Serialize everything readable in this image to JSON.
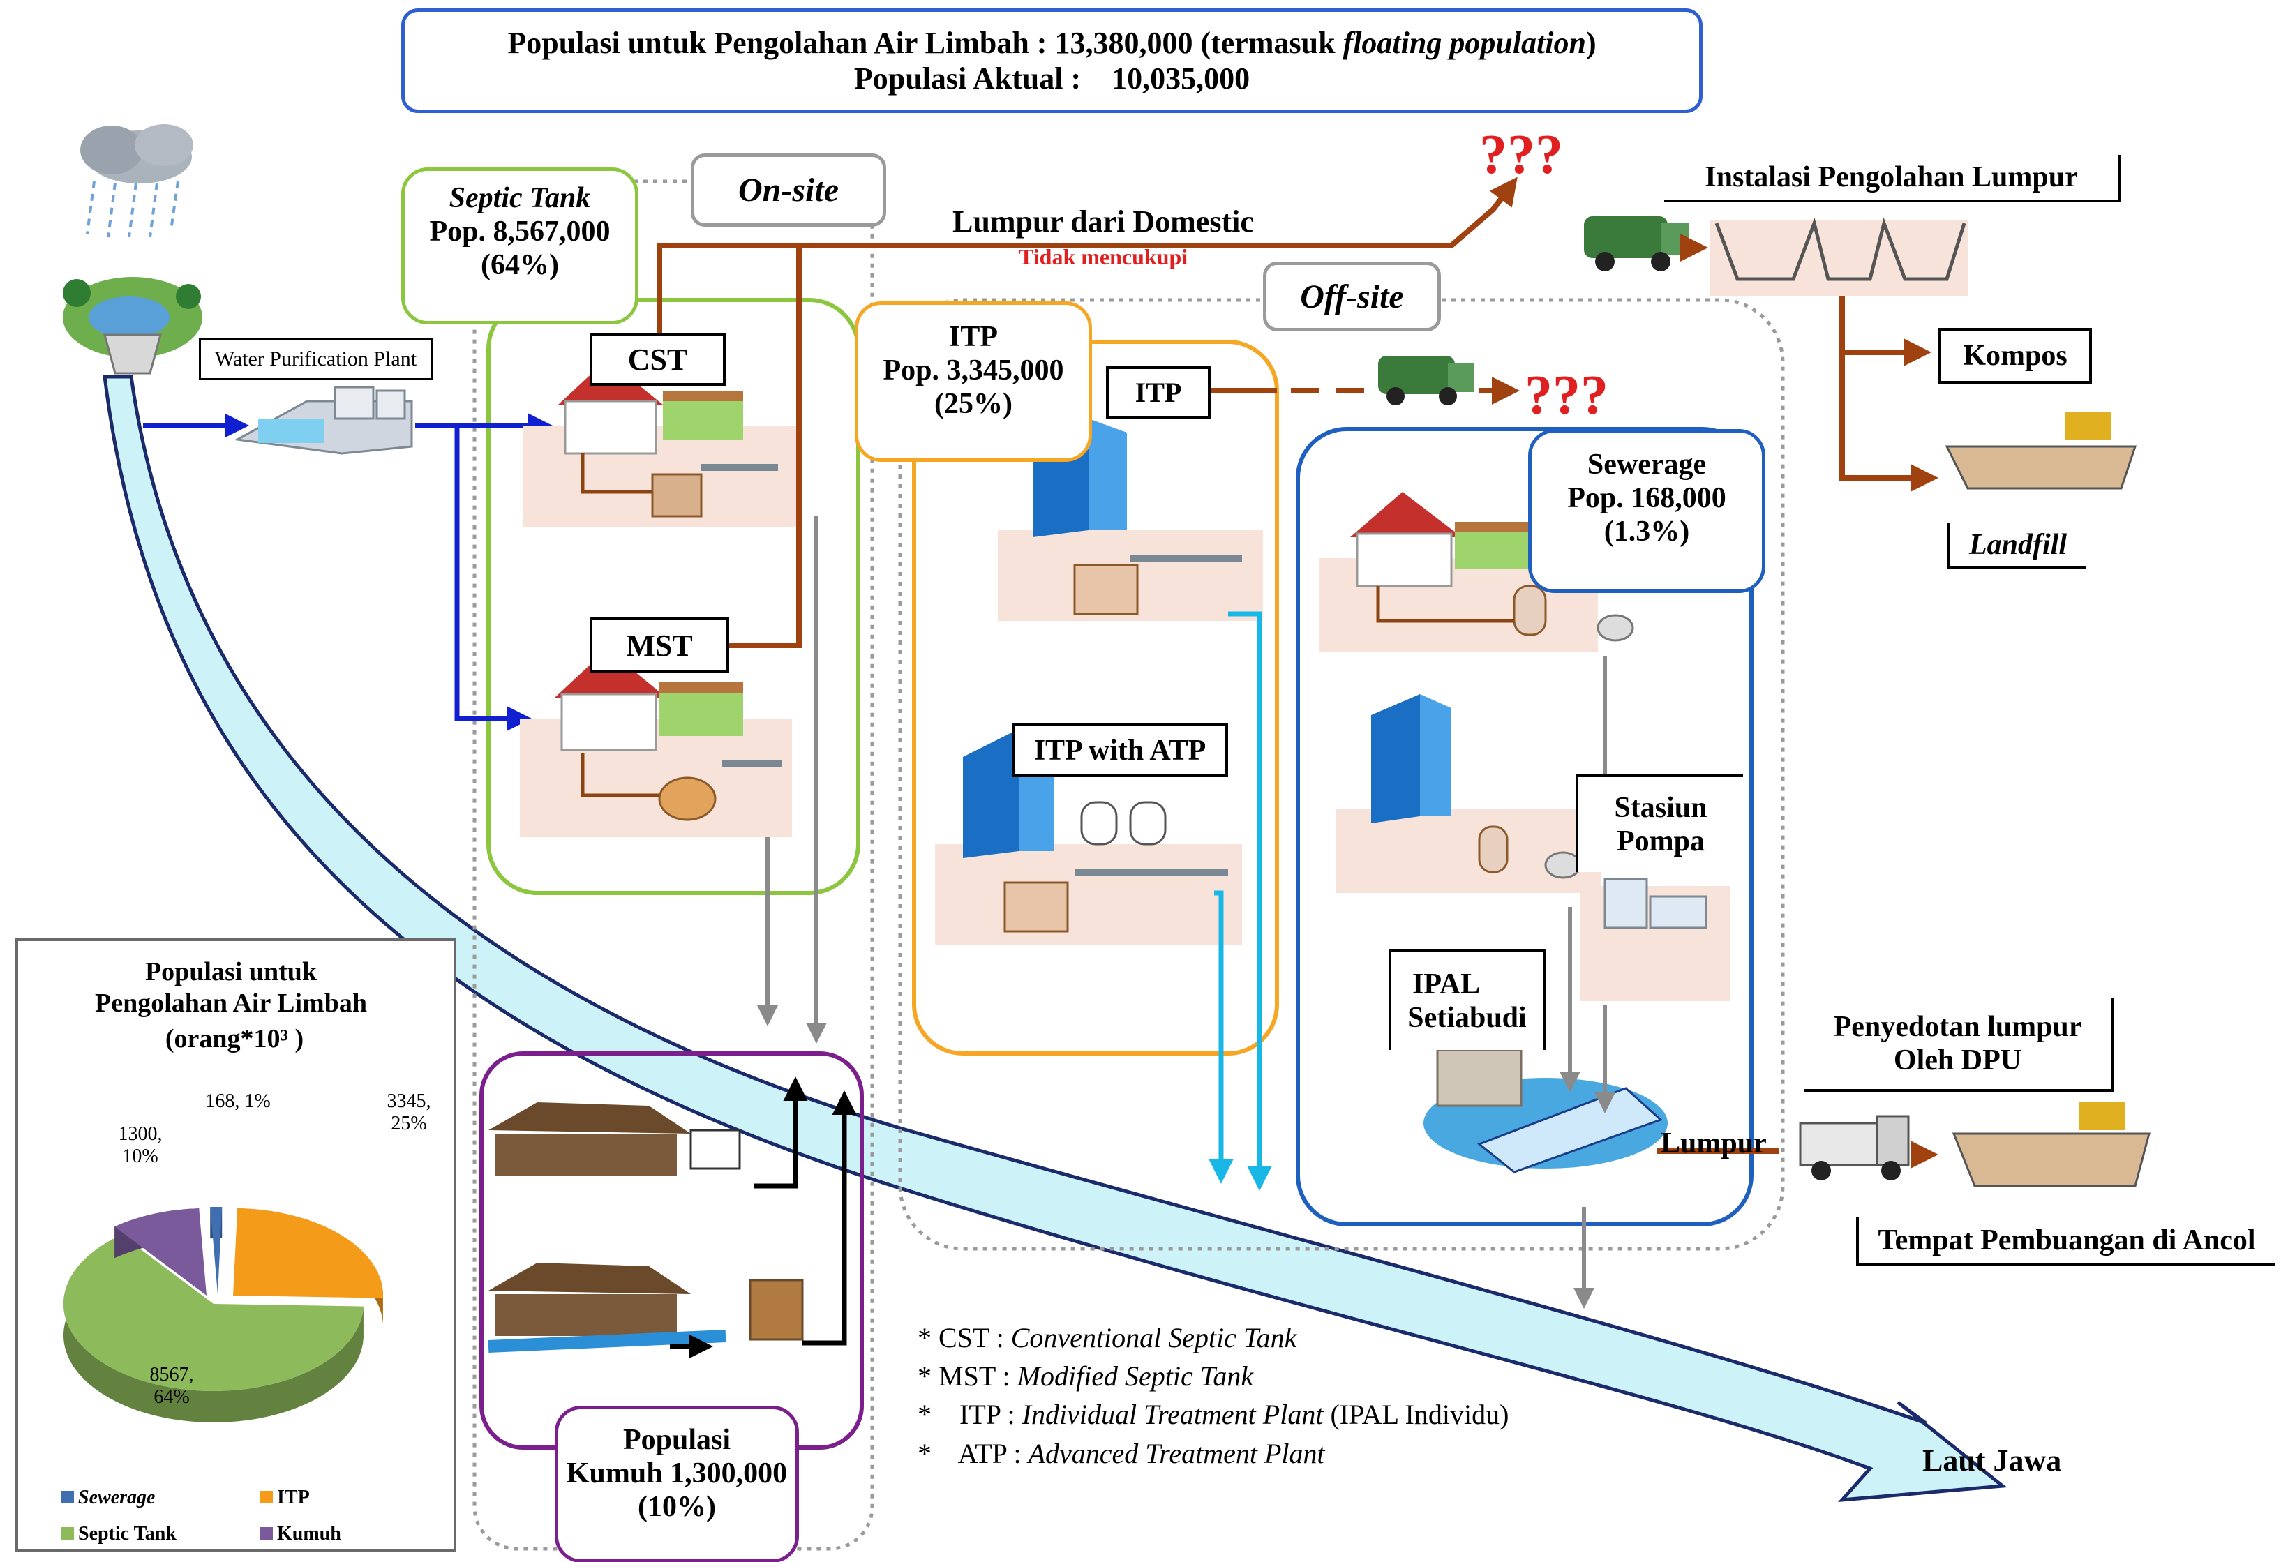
{
  "header": {
    "line1_prefix": "Populasi untuk Pengolahan Air Limbah : 13,380,000 (termasuk",
    "line1_italic": "floating population",
    "line1_suffix": ")",
    "line2": "Populasi Aktual :    10,035,000"
  },
  "labels": {
    "water_plant": "Water Purification Plant",
    "septic_title": "Septic Tank",
    "septic_pop": "Pop. 8,567,000",
    "septic_pct": "(64%)",
    "onsite": "On-site",
    "offsite": "Off-site",
    "lumpur_domestic": "Lumpur dari Domestic",
    "tidak_mencukupi": "Tidak mencukupi",
    "qmarks_top": "???",
    "qmarks_itp": "???",
    "ipl": "Instalasi Pengolahan Lumpur",
    "kompos": "Kompos",
    "landfill": "Landfill",
    "cst": "CST",
    "mst": "MST",
    "itp_title": "ITP",
    "itp_pop": "Pop. 3,345,000",
    "itp_pct": "(25%)",
    "itp_box": "ITP",
    "itp_atp": "ITP with ATP",
    "sewerage_title": "Sewerage",
    "sewerage_pop": "Pop. 168,000",
    "sewerage_pct": "(1.3%)",
    "stasiun": "Stasiun",
    "pompa": "Pompa",
    "ipal1": "IPAL",
    "ipal2": "Setiabudi",
    "penyedotan1": "Penyedotan lumpur",
    "penyedotan2": "Oleh DPU",
    "lumpur": "Lumpur",
    "ancol": "Tempat Pembuangan di Ancol",
    "laut": "Laut Jawa",
    "kumuh1": "Populasi",
    "kumuh2": "Kumuh 1,300,000",
    "kumuh3": "(10%)"
  },
  "notes": [
    {
      "prefix": "* CST : ",
      "italic": "Conventional Septic Tank",
      "suffix": ""
    },
    {
      "prefix": "* MST : ",
      "italic": "Modified Septic Tank",
      "suffix": ""
    },
    {
      "prefix": "*    ITP : ",
      "italic": "Individual Treatment Plant",
      "suffix": " (IPAL Individu)"
    },
    {
      "prefix": "*    ATP : ",
      "italic": "Advanced Treatment Plant",
      "suffix": ""
    }
  ],
  "colors": {
    "sludge": "#a0420f",
    "water_blue": "#1020d0",
    "cyan": "#19b7e6",
    "septic_green": "#8cc63f",
    "itp_orange": "#f5a623",
    "sewer_blue": "#1f5fbf",
    "kumuh_purple": "#7b1f8c",
    "red": "#e02020"
  },
  "chart_data": {
    "type": "pie",
    "title": "Populasi untuk Pengolahan Air Limbah",
    "subtitle": "(orang*10³ )",
    "slices": [
      {
        "name": "Sewerage",
        "value": 168,
        "label": "168, 1%",
        "color": "#3f6fb0"
      },
      {
        "name": "ITP",
        "value": 3345,
        "label": "3345, 25%",
        "color": "#f59b1a"
      },
      {
        "name": "Septic Tank",
        "value": 8567,
        "label": "8567, 64%",
        "color": "#8dba5a"
      },
      {
        "name": "Kumuh",
        "value": 1300,
        "label": "1300, 10%",
        "color": "#7a5a9a"
      }
    ],
    "legend": [
      {
        "name": "Sewerage",
        "color": "#3f6fb0"
      },
      {
        "name": "ITP",
        "color": "#f59b1a"
      },
      {
        "name": "Septic Tank",
        "color": "#8dba5a"
      },
      {
        "name": "Kumuh",
        "color": "#7a5a9a"
      }
    ]
  }
}
